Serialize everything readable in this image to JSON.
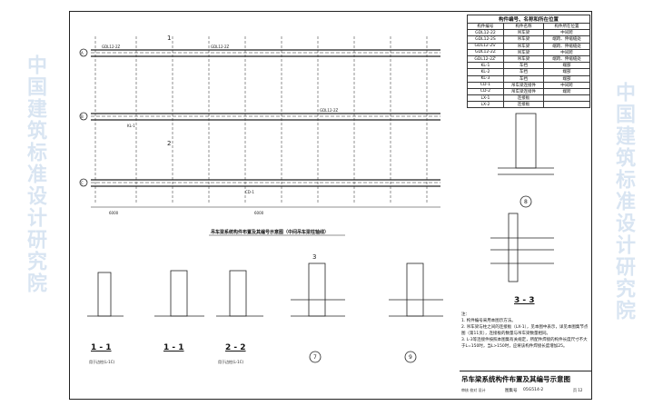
{
  "table": {
    "title": "构件编号、名称和所在位置",
    "headers": [
      "构件编号",
      "构件名称",
      "构件所在位置"
    ],
    "rows": [
      [
        "GDL12-22",
        "吊车梁",
        "中间跨"
      ],
      [
        "GDL12-2S",
        "吊车梁",
        "端跨、伸缩缝处"
      ],
      [
        "GDL12-2S'",
        "吊车梁",
        "端跨、伸缩缝处"
      ],
      [
        "GDL12-2Z",
        "吊车梁",
        "中间跨"
      ],
      [
        "GDL12-2Z'",
        "吊车梁",
        "端跨、伸缩缝处"
      ],
      [
        "KL-1",
        "车挡",
        "端部"
      ],
      [
        "KL-2",
        "车挡",
        "端部"
      ],
      [
        "KL-3",
        "车挡",
        "端部"
      ],
      [
        "CD-1",
        "吊车梁连接件",
        "中间跨"
      ],
      [
        "CD-2",
        "吊车梁连接件",
        "端跨"
      ],
      [
        "LX-1",
        "连接板",
        ""
      ],
      [
        "LX-2",
        "连接板",
        ""
      ]
    ]
  },
  "plan_caption": "吊车梁系统构件布置及其编号示意图（中间吊车梁柱轴线）",
  "labels": {
    "axis_a": "A",
    "axis_b": "B",
    "axis_c": "C",
    "sec1": "1 - 1",
    "sec1b": "1 - 1",
    "sec2": "2 - 2",
    "sec3": "3 - 3",
    "det7": "7",
    "det8": "8",
    "det9": "9",
    "cut1": "1",
    "cut2": "2",
    "cut3": "3",
    "sub1": "用于边柱(L-1C)",
    "sub2": "用于边柱(L-1C)",
    "beam_code": "GDL12-2Z",
    "kl": "KL-1",
    "cd": "CD-1",
    "dim": "6000"
  },
  "notes": {
    "head": "注：",
    "items": [
      "1. 构件编号采用本图示方法。",
      "2. 吊车梁与柱之间的连接板（LX-1），见本图中表示，详见本图集节点图（第11页），连接板的数量与吊车梁数量相同。",
      "3. L-3等连接件按照本图集有关规定，所配件焊接的构件长度尺寸不大于L=150时，当L>150时，应将该构件焊接长度增加25。"
    ]
  },
  "title_block": {
    "title": "吊车梁系统构件布置及其编号示意图",
    "atlas_label": "图集号",
    "atlas_no": "05G514-2",
    "row2": "审核 校对 设计",
    "page_label": "页",
    "page": "12"
  },
  "watermark": "中国建筑标准设计研究院"
}
